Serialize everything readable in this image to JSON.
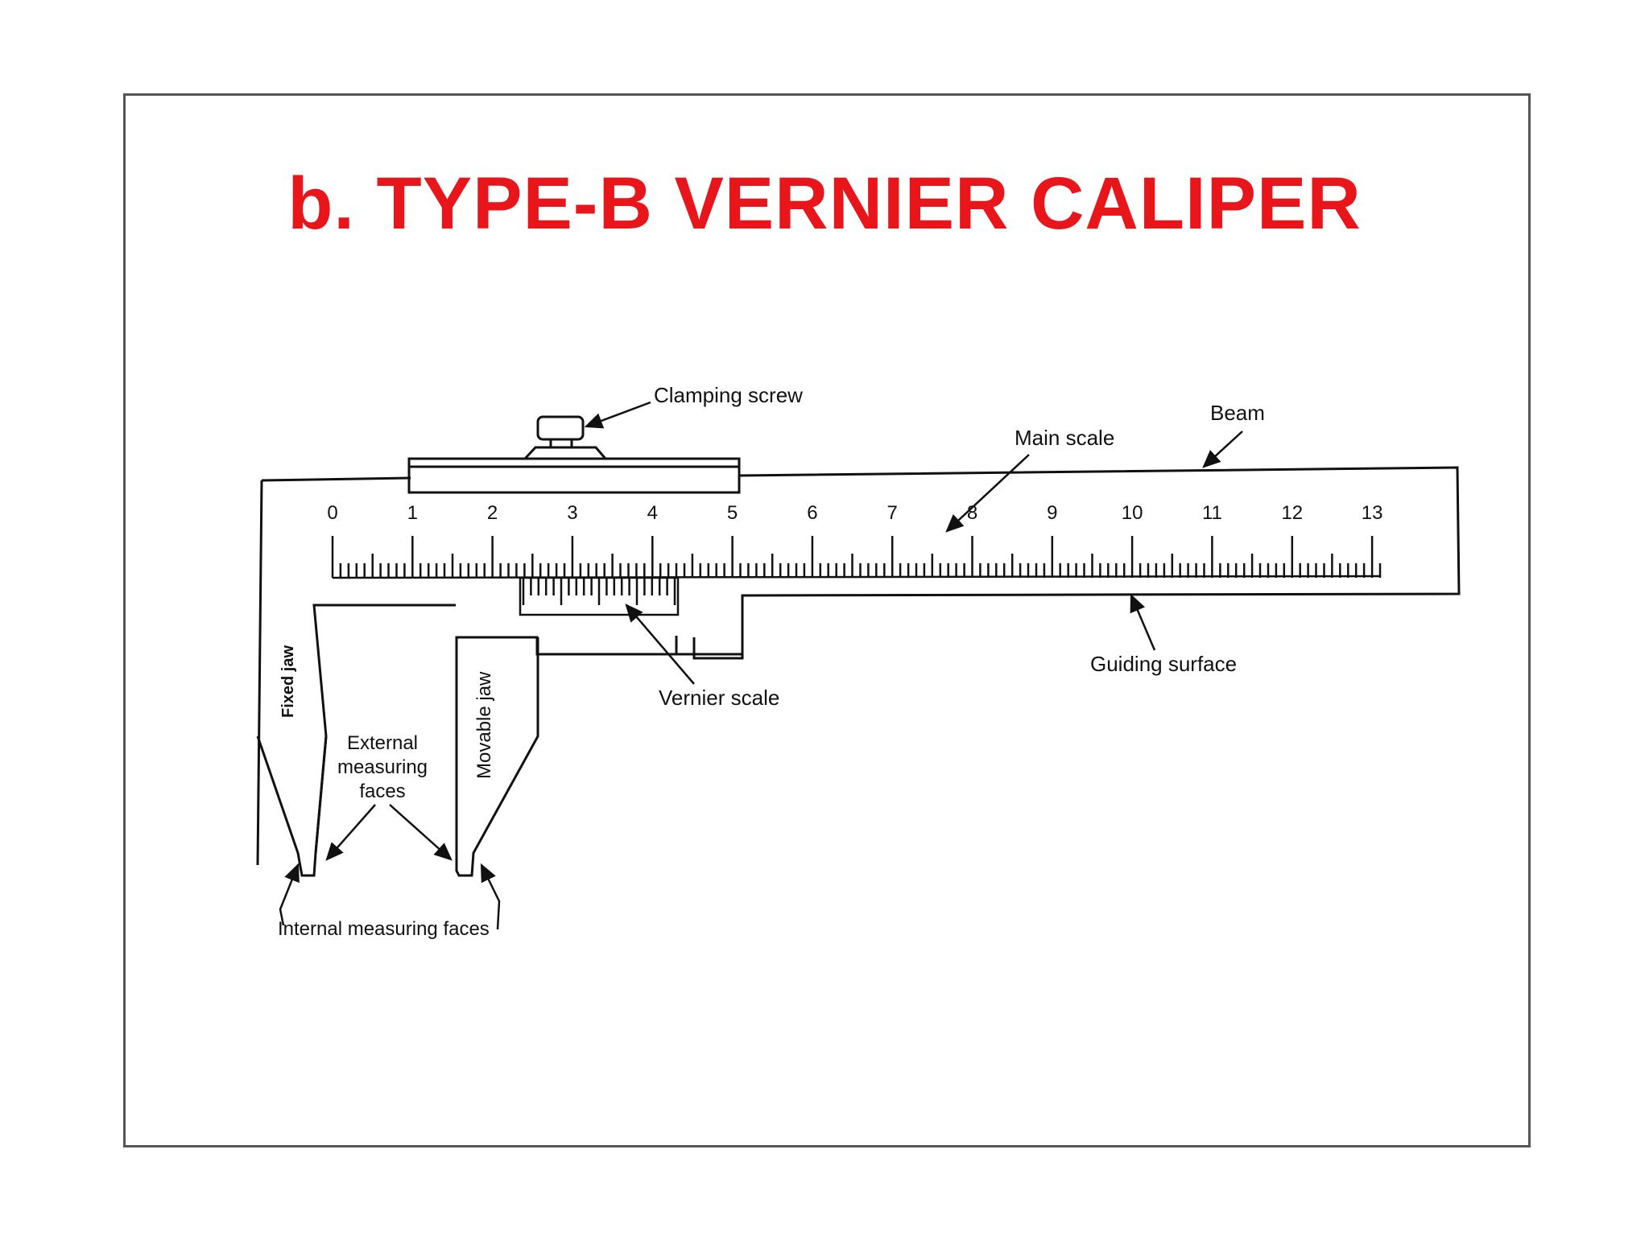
{
  "slide": {
    "title": "b. TYPE-B VERNIER CALIPER",
    "title_color": "#e8151b",
    "frame_color": "#555555"
  },
  "diagram": {
    "labels": {
      "clamping_screw": "Clamping screw",
      "beam": "Beam",
      "main_scale": "Main scale",
      "vernier_scale": "Vernier scale",
      "guiding_surface": "Guiding surface",
      "fixed_jaw": "Fixed jaw",
      "movable_jaw": "Movable jaw",
      "external_faces_line1": "External",
      "external_faces_line2": "measuring",
      "external_faces_line3": "faces",
      "internal_faces": "Internal measuring faces"
    },
    "main_scale_numbers": [
      "0",
      "1",
      "2",
      "3",
      "4",
      "5",
      "6",
      "7",
      "8",
      "9",
      "10",
      "11",
      "12",
      "13"
    ],
    "ink_color": "#111111"
  }
}
